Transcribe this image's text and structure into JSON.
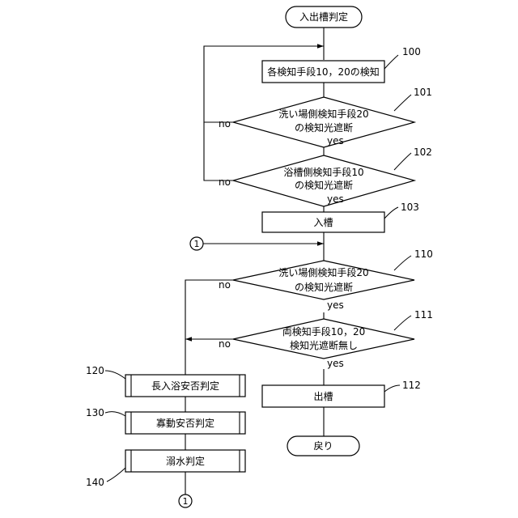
{
  "start_label": "入出槽判定",
  "steps": {
    "s100": {
      "label": "各検知手段10，20の検知",
      "ref": "100"
    },
    "s101": {
      "line1": "洗い場側検知手段20",
      "line2": "の検知光遮断",
      "ref": "101"
    },
    "s102": {
      "line1": "浴槽側検知手段10",
      "line2": "の検知光遮断",
      "ref": "102"
    },
    "s103": {
      "label": "入槽",
      "ref": "103"
    },
    "s110": {
      "line1": "洗い場側検知手段20",
      "line2": "の検知光遮断",
      "ref": "110"
    },
    "s111": {
      "line1": "両検知手段10，20",
      "line2": "検知光遮断無し",
      "ref": "111"
    },
    "s112": {
      "label": "出槽",
      "ref": "112"
    },
    "s120": {
      "label": "長入浴安否判定",
      "ref": "120"
    },
    "s130": {
      "label": "寡動安否判定",
      "ref": "130"
    },
    "s140": {
      "label": "溺水判定",
      "ref": "140"
    }
  },
  "end_label": "戻り",
  "branch_yes": "yes",
  "branch_no": "no",
  "connector_label": "1"
}
